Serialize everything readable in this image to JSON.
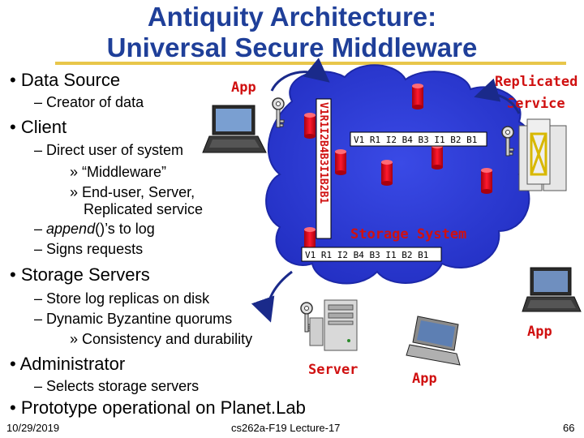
{
  "slide": {
    "title_line1": "Antiquity Architecture:",
    "title_line2": "Universal Secure Middleware"
  },
  "bullets": {
    "data_source": "Data Source",
    "creator_of_data": "– Creator of data",
    "client": "Client",
    "direct_user": "– Direct user of system",
    "middleware": "» “Middleware”",
    "end_user_line1": "» End-user, Server,",
    "end_user_line2": "Replicated service",
    "append_prefix": "– ",
    "append_italic": "append",
    "append_suffix": "()’s to log",
    "signs_requests": "– Signs requests",
    "storage_servers": "Storage Servers",
    "store_log": "– Store log replicas on disk",
    "dynamic_quorums": "– Dynamic Byzantine quorums",
    "consistency": "» Consistency and durability",
    "administrator": "Administrator",
    "selects_servers": "– Selects storage servers",
    "prototype": "Prototype operational on Planet.Lab"
  },
  "diagram": {
    "app_top": "App",
    "replicated_line1": "Replicated",
    "replicated_line2": "Service",
    "vertical_log": "V1R1I2B4B3I1B2B1",
    "log_top": "V1 R1 I2 B4 B3 I1 B2 B1",
    "log_bottom": "V1 R1 I2 B4 B3 I1 B2 B1",
    "storage_system": "Storage System",
    "server": "Server",
    "app_right": "App",
    "app_bottom": "App",
    "colors": {
      "cloud": "#2f3ed9",
      "disk": "#e2001a",
      "label_red": "#d01010",
      "title_blue": "#1f3f99",
      "rule_gold": "#e8c64a"
    }
  },
  "footer": {
    "date": "10/29/2019",
    "course": "cs262a-F19 Lecture-17",
    "page": "66"
  }
}
